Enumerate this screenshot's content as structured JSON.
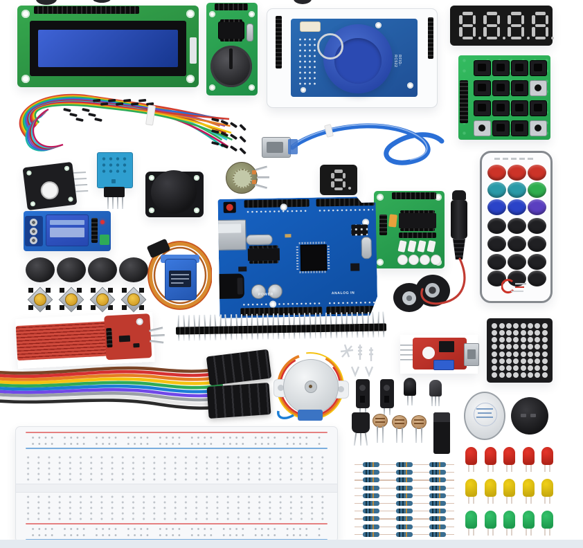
{
  "scene": {
    "background": "#ffffff",
    "bottom_strip": "#e4eaf0",
    "description": "Electronics starter kit components laid out on a white background"
  },
  "texts": {
    "arduino_power": "POWER",
    "arduino_analog": "ANALOG IN",
    "rfid_label": "RFID-RC522"
  },
  "inventory": [
    "16x2 LCD display module",
    "RTC module with coin cell",
    "RFID reader board with white card and blue key fob",
    "4-digit 7-segment display",
    "4x4 keypad matrix board",
    "jumper wire bundle",
    "blue USB cable",
    "light sensor module",
    "humidity sensor module",
    "joystick module",
    "rotary potentiometer",
    "1-digit 7-segment display",
    "relay module",
    "driver board with DIP IC",
    "DC barrel plug",
    "9V battery snap",
    "infrared remote control",
    "4 round button caps",
    "4 tactile switches",
    "micro servo with wire coil",
    "UNO microcontroller board",
    "water level sensor",
    "40-pin male header strip",
    "rainbow ribbon cable with dupont connectors",
    "stepper motor",
    "mounting hardware",
    "red sensor module with trimmer",
    "2 IR receivers",
    "IR LED",
    "transistors",
    "3 photoresistors",
    "DIP IC",
    "8x8 LED dot matrix",
    "white buzzer",
    "black buzzer",
    "solderless breadboard",
    "30 resistors",
    "15 LEDs (red, yellow, green)"
  ],
  "seg4": {
    "value": "8888",
    "bg": "#181818",
    "segment": "#c2c2c2"
  },
  "seg1": {
    "value": "8",
    "bg": "#181818",
    "segment": "#b5b5b5"
  },
  "keypad": {
    "pcb": "#2eb257",
    "rows": 4,
    "cols": 4,
    "white_buttons": [
      [
        1,
        3
      ],
      [
        3,
        0
      ],
      [
        3,
        3
      ]
    ]
  },
  "remote": {
    "rows": [
      [
        "red",
        "red",
        "red"
      ],
      [
        "teal",
        "teal",
        "green"
      ],
      [
        "blue",
        "blue",
        "violet"
      ],
      [
        "dark",
        "dark",
        "dark"
      ],
      [
        "dark",
        "dark",
        "dark"
      ],
      [
        "dark",
        "dark",
        "dark"
      ],
      [
        "dark",
        "dark",
        "dark"
      ]
    ],
    "palette": {
      "red": "#cc3328",
      "teal": "#2a9aa8",
      "green": "#2fae4e",
      "blue": "#2a43c8",
      "violet": "#5a3fc0",
      "dark": "#202023"
    }
  },
  "matrix": {
    "rows": 8,
    "cols": 8,
    "bg": "#1b1b1d",
    "dot": "#d2d3d4"
  },
  "leds": {
    "rows": [
      {
        "name": "red",
        "hex": "#e6352a",
        "edge": "#b02318",
        "count": 5
      },
      {
        "name": "yellow",
        "hex": "#f0d018",
        "edge": "#c7a90e",
        "count": 5
      },
      {
        "name": "green",
        "hex": "#35c26b",
        "edge": "#1d9a4d",
        "count": 5
      }
    ]
  },
  "resistors": {
    "columns": 3,
    "per_column": 10
  },
  "header_strip": {
    "pins": 40
  },
  "wires": {
    "jumper_colors": [
      "#d23b2e",
      "#e67e22",
      "#f2c811",
      "#2eab57",
      "#18b5a4",
      "#2a6fd6",
      "#8e44ad",
      "#a93226",
      "#37c3d6",
      "#c2185b"
    ],
    "ribbon_colors": [
      "#7a4426",
      "#d63031",
      "#e67e22",
      "#f5c211",
      "#2eab57",
      "#1c7ed6",
      "#7048e8",
      "#9aa0a6",
      "#e8e8e8",
      "#2b2b2b"
    ],
    "usb_color": "#2a6fd6",
    "power_wire": "#c23b32"
  }
}
